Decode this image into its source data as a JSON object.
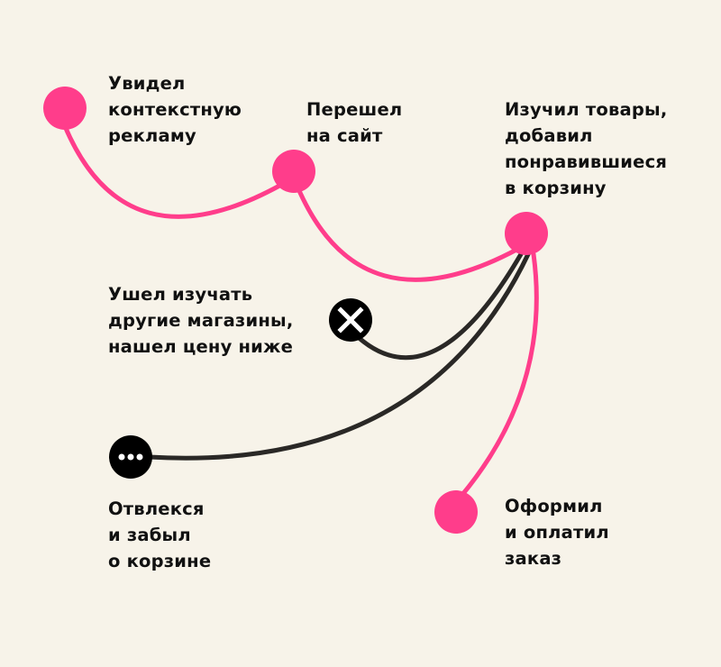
{
  "colors": {
    "background": "#f7f3e9",
    "accent": "#ff3d8b",
    "dark": "#1a1a1a"
  },
  "steps": [
    {
      "label": "Увидел\nконтекстную\nрекламу"
    },
    {
      "label": "Перешел\nна сайт"
    },
    {
      "label": "Изучил товары,\nдобавил\nпонравившиеся\nв корзину"
    },
    {
      "label": "Ушел изучать\nдругие магазины,\nнашел цену ниже",
      "icon": "close-icon"
    },
    {
      "label": "Отвлекся\nи забыл\nо корзине",
      "icon": "ellipsis-icon"
    },
    {
      "label": "Оформил\nи оплатил\nзаказ"
    }
  ]
}
